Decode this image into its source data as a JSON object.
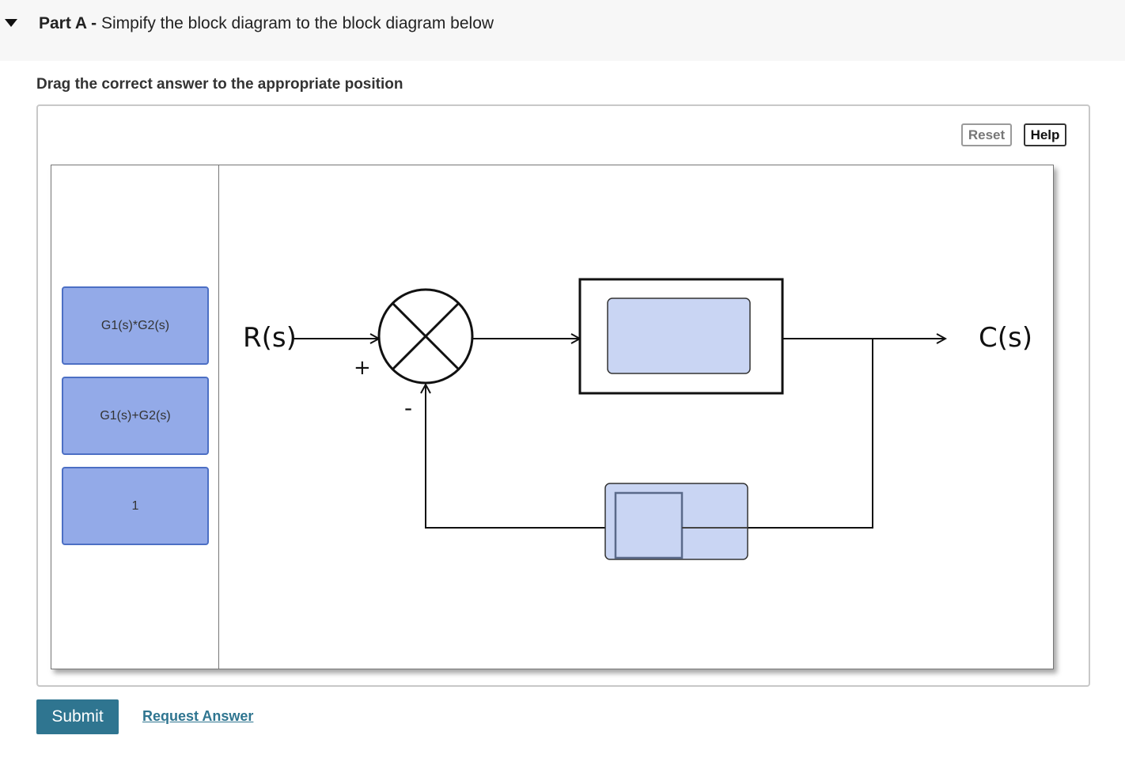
{
  "part": {
    "label": "Part A -",
    "title": "Simpify the block diagram to the block diagram below"
  },
  "instructions": "Drag the correct answer to the appropriate position",
  "toolbar": {
    "reset_label": "Reset",
    "help_label": "Help"
  },
  "answer_tiles": [
    {
      "label": "G1(s)*G2(s)"
    },
    {
      "label": "G1(s)+G2(s)"
    },
    {
      "label": "1"
    }
  ],
  "diagram": {
    "input_label": "R(s)",
    "output_label": "C(s)",
    "plus_sign": "+",
    "minus_sign": "-"
  },
  "actions": {
    "submit_label": "Submit",
    "request_answer_label": "Request Answer"
  },
  "colors": {
    "tile_fill": "#93aae8",
    "drop_zone_fill": "#c9d5f3",
    "submit_bg": "#2f7590"
  }
}
